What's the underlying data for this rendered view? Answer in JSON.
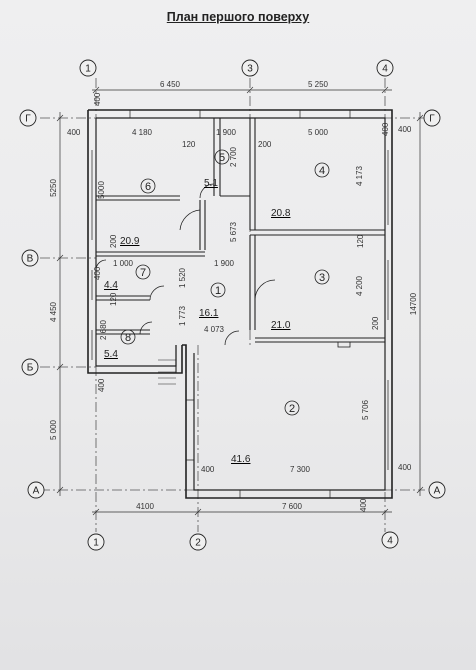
{
  "title": "План першого поверху",
  "axes": {
    "top": [
      "1",
      "3",
      "4"
    ],
    "bottom": [
      "1",
      "2",
      "4"
    ],
    "left": [
      "Г",
      "В",
      "Б",
      "А"
    ],
    "right": [
      "Г",
      "А"
    ]
  },
  "rooms": [
    {
      "number": "1",
      "area": "16.1"
    },
    {
      "number": "2",
      "area": "41.6"
    },
    {
      "number": "3",
      "area": "21.0"
    },
    {
      "number": "4",
      "area": "20.8"
    },
    {
      "number": "5",
      "area": "5.1"
    },
    {
      "number": "6",
      "area": "20.9"
    },
    {
      "number": "7",
      "area": "4.4"
    },
    {
      "number": "8",
      "area": "5.4"
    }
  ],
  "dims": {
    "top_1_3": "6 450",
    "top_3_4": "5 250",
    "bottom_1_2": "4100",
    "bottom_2_4": "7 600",
    "left_g_v": "5250",
    "left_v_b": "4 450",
    "left_b_a": "5 000",
    "right_total": "14700",
    "r6_w": "4 180",
    "r5_w": "1 900",
    "r4_w": "5 000",
    "r6_h": "5000",
    "r5_h": "2 700",
    "r4_h": "4 173",
    "r1_h": "5 673",
    "r7_w": "1 000",
    "r1_w_top": "1 900",
    "r1_h_small": "1 520",
    "r1_h_lower": "1 773",
    "r1_w_bottom": "4 073",
    "r3_h": "4 200",
    "r8_h": "2 680",
    "r2_w": "7 300",
    "r2_h": "5 706",
    "w400": "400",
    "w200": "200",
    "w120": "120"
  }
}
